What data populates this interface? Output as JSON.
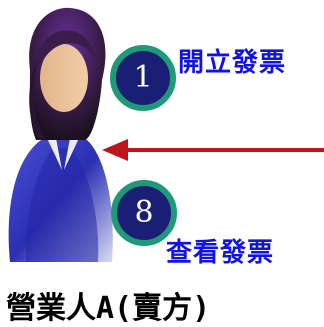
{
  "steps": [
    {
      "number": "1",
      "label": "開立發票",
      "color": "#1212e6"
    },
    {
      "number": "8",
      "label": "查看發票",
      "color": "#1212e6"
    }
  ],
  "actor": {
    "label": "營業人A(賣方)",
    "icon": "person-icon"
  },
  "arrow": {
    "direction": "left",
    "color": "#c0141c"
  },
  "colors": {
    "circle_fill": "#1a1f75",
    "circle_border": "#1f9a78"
  }
}
